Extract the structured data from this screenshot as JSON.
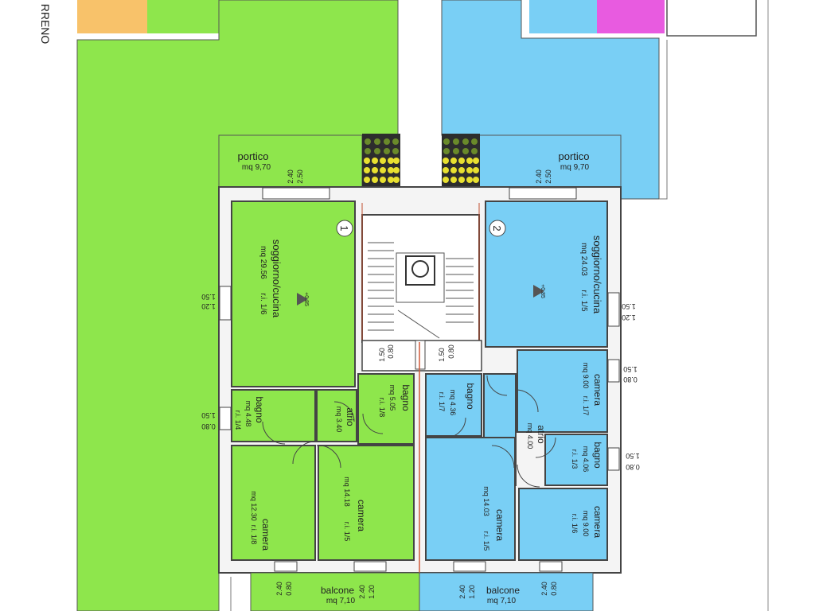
{
  "top_label": "RRENO",
  "colors": {
    "unit1": "#8EE64C",
    "unit2": "#79CFF5",
    "orange": "#F8C26A",
    "magenta": "#E85BE0",
    "wall": "#777777",
    "stair": "#ffffff"
  },
  "unit1": {
    "number": "1",
    "portico": {
      "name": "portico",
      "area": "mq 9,70"
    },
    "dims_portico": [
      "2.50",
      "2.40"
    ],
    "soggiorno": {
      "name": "soggiorno/cucina",
      "area": "mq 29.56",
      "ri": "r.i. 1/6"
    },
    "win_left_soggiorno": [
      "1.50",
      "1.20"
    ],
    "bagno_a": {
      "name": "bagno",
      "area": "mq 4.48",
      "ri": "r.i. 1/4"
    },
    "win_left_bagno": [
      "1.50",
      "0.80"
    ],
    "atrio": {
      "name": "atrio",
      "area": "mq 3.40"
    },
    "bagno_b": {
      "name": "bagno",
      "area": "mq 5.05",
      "ri": "r.i. 1/8"
    },
    "camera_a": {
      "name": "camera",
      "area": "mq 12.30",
      "ri": "r.i. 1/8"
    },
    "camera_b": {
      "name": "camera",
      "area": "mq 14.18",
      "ri": "r.i. 1/5"
    },
    "win_center": [
      "0.80",
      "1.50"
    ],
    "balcone": {
      "name": "balcone",
      "area": "mq 7,10"
    },
    "dims_balcone_a": [
      "0.80",
      "2.40"
    ],
    "dims_balcone_b": [
      "1.20",
      "2.40"
    ],
    "level": "+0.85"
  },
  "unit2": {
    "number": "2",
    "portico": {
      "name": "portico",
      "area": "mq 9,70"
    },
    "dims_portico": [
      "2.50",
      "2.40"
    ],
    "soggiorno": {
      "name": "soggiorno/cucina",
      "area": "mq 24.03",
      "ri": "r.i. 1/5"
    },
    "win_right_soggiorno": [
      "1.50",
      "1.20"
    ],
    "camera_a": {
      "name": "camera",
      "area": "mq 9.00",
      "ri": "r.i. 1/7"
    },
    "win_right_camera": [
      "1.50",
      "0.80"
    ],
    "bagno_a": {
      "name": "bagno",
      "area": "mq 4.36",
      "ri": "r.i. 1/7"
    },
    "atrio": {
      "name": "atrio",
      "area": "mq 4.00"
    },
    "bagno_b": {
      "name": "bagno",
      "area": "mq 4.06",
      "ri": "r.i. 1/3"
    },
    "win_right_bagno": [
      "1.50",
      "0.80"
    ],
    "camera_b": {
      "name": "camera",
      "area": "mq 14.03",
      "ri": "r.i. 1/5"
    },
    "camera_c": {
      "name": "camera",
      "area": "mq 9.00",
      "ri": "r.i. 1/6"
    },
    "win_center": [
      "0.80",
      "1.50"
    ],
    "balcone": {
      "name": "balcone",
      "area": "mq 7,10"
    },
    "dims_balcone_a": [
      "1.20",
      "2.40"
    ],
    "dims_balcone_b": [
      "0.80",
      "2.40"
    ],
    "level": "+0.85"
  }
}
